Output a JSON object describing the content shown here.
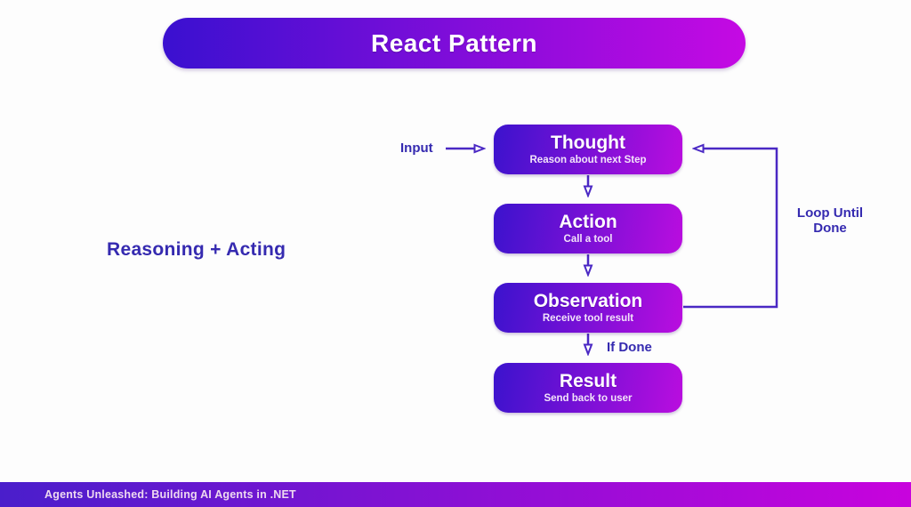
{
  "title_banner": {
    "text": "React Pattern"
  },
  "side_label": {
    "text": "Reasoning + Acting"
  },
  "diagram": {
    "nodes": [
      {
        "id": "thought",
        "title": "Thought",
        "subtitle": "Reason about next Step"
      },
      {
        "id": "action",
        "title": "Action",
        "subtitle": "Call a tool"
      },
      {
        "id": "observation",
        "title": "Observation",
        "subtitle": "Receive tool result"
      },
      {
        "id": "result",
        "title": "Result",
        "subtitle": "Send back to user"
      }
    ],
    "edge_labels": {
      "input": "Input",
      "if_done": "If Done",
      "loop_line1": "Loop Until",
      "loop_line2": "Done"
    }
  },
  "footer": {
    "text": "Agents Unleashed: Building AI Agents in .NET"
  },
  "colors": {
    "background": "#fdfdfd",
    "gradient_start": "#3a10d0",
    "gradient_end": "#c50ae3",
    "box_gradient_start": "#3b13cd",
    "box_gradient_end": "#ba0ddf",
    "connector": "#4a28c4",
    "label_text": "#352ab0",
    "footer_gradient_start": "#4a1ecb",
    "footer_gradient_end": "#c803dd"
  }
}
